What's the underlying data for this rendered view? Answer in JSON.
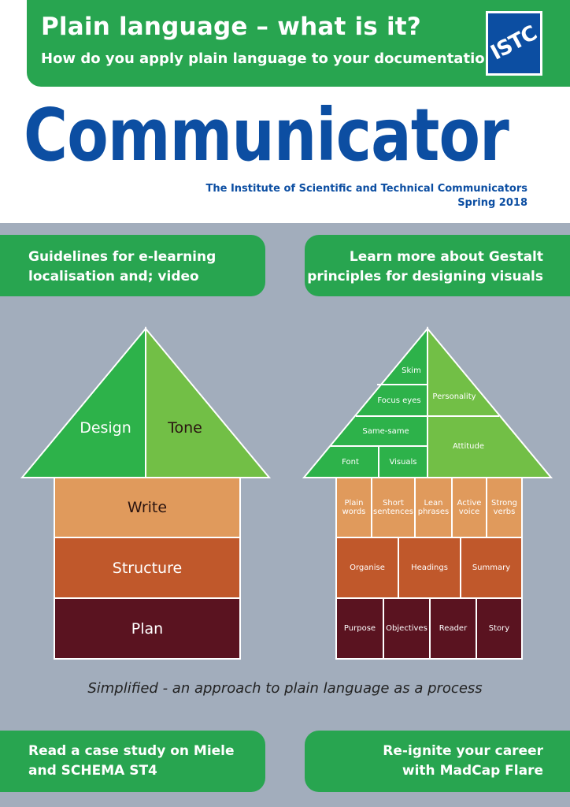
{
  "header": {
    "headline": "Plain language – what is it?",
    "subheadline": "How do you apply plain language to your documentation?",
    "logo_text": "ISTC"
  },
  "masthead": {
    "title": "Communicator",
    "institute": "The Institute of Scientific and Technical Communicators",
    "issue": "Spring 2018"
  },
  "features": {
    "top_left": [
      "Guidelines for e-learning",
      "localisation and; video"
    ],
    "top_right": [
      "Learn more about Gestalt",
      "principles for designing visuals"
    ],
    "bottom_left": [
      "Read a case study on Miele",
      "and SCHEMA ST4"
    ],
    "bottom_right": [
      "Re-ignite your career",
      "with MadCap Flare"
    ]
  },
  "simple_house": {
    "roof": [
      "Design",
      "Tone"
    ],
    "floors": [
      "Write",
      "Structure",
      "Plan"
    ]
  },
  "detailed_house": {
    "roof_left": [
      "Skim",
      "Focus eyes",
      "Same-same",
      "Font",
      "Visuals"
    ],
    "roof_right": [
      "Personality",
      "Attitude"
    ],
    "write_row": [
      "Plain words",
      "Short sentences",
      "Lean phrases",
      "Active voice",
      "Strong verbs"
    ],
    "structure_row": [
      "Organise",
      "Headings",
      "Summary"
    ],
    "plan_row": [
      "Purpose",
      "Objectives",
      "Reader",
      "Story"
    ]
  },
  "caption": "Simplified - an approach to plain language as a process",
  "colors": {
    "green": "#28a550",
    "blue": "#0c4ea2",
    "panel": "#a2adbc",
    "roof_dark": "#2db24a",
    "roof_light": "#72bf46",
    "write": "#e09a5c",
    "structure": "#c0582b",
    "plan": "#5a1320"
  }
}
